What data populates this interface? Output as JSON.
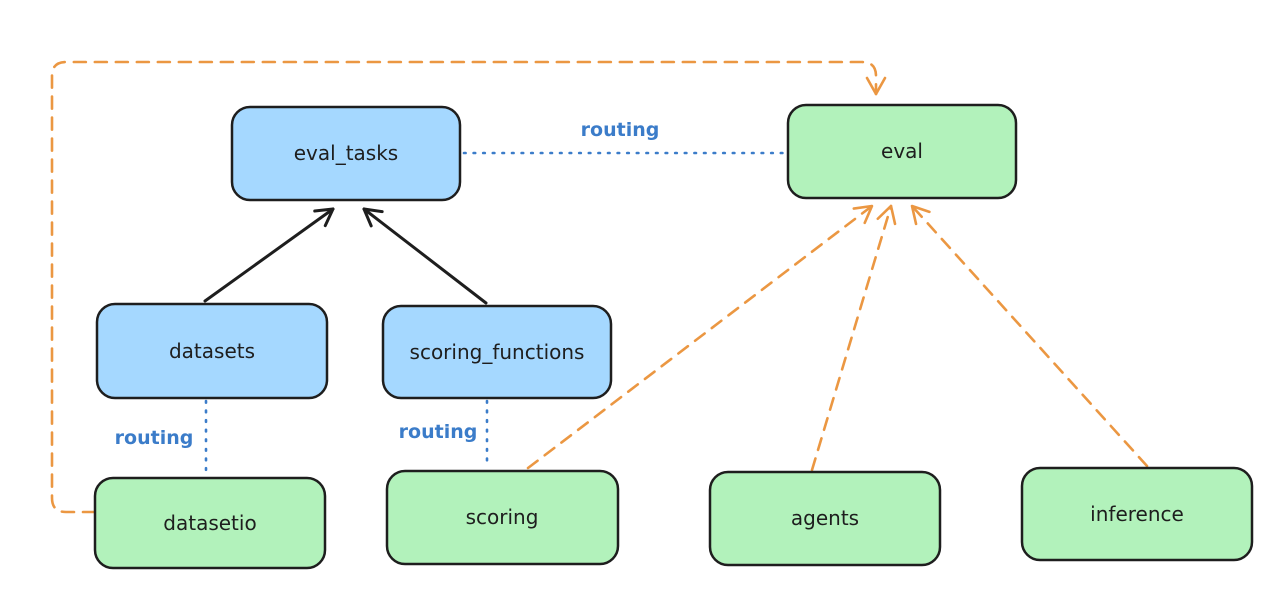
{
  "colors": {
    "background": "#ffffff",
    "text": "#1e1e1e",
    "node_stroke": "#1e1e1e",
    "edge_black": "#1e1e1e",
    "edge_blue": "#3b7cc9",
    "edge_orange": "#eb9742",
    "blue_node_fill": "#a5d8ff",
    "green_node_fill": "#b2f2bb"
  },
  "nodes": {
    "eval_tasks": {
      "label": "eval_tasks",
      "fill": "#a5d8ff"
    },
    "eval": {
      "label": "eval",
      "fill": "#b2f2bb"
    },
    "datasets": {
      "label": "datasets",
      "fill": "#a5d8ff"
    },
    "scoring_functions": {
      "label": "scoring_functions",
      "fill": "#a5d8ff"
    },
    "datasetio": {
      "label": "datasetio",
      "fill": "#b2f2bb"
    },
    "scoring": {
      "label": "scoring",
      "fill": "#b2f2bb"
    },
    "agents": {
      "label": "agents",
      "fill": "#b2f2bb"
    },
    "inference": {
      "label": "inference",
      "fill": "#b2f2bb"
    }
  },
  "edges": [
    {
      "from": "datasets",
      "to": "eval_tasks",
      "style": "solid-black-arrow",
      "label": ""
    },
    {
      "from": "scoring_functions",
      "to": "eval_tasks",
      "style": "solid-black-arrow",
      "label": ""
    },
    {
      "from": "eval_tasks",
      "to": "eval",
      "style": "blue-dotted",
      "label": "routing"
    },
    {
      "from": "datasets",
      "to": "datasetio",
      "style": "blue-dotted",
      "label": "routing"
    },
    {
      "from": "scoring_functions",
      "to": "scoring",
      "style": "blue-dotted",
      "label": "routing"
    },
    {
      "from": "datasetio",
      "to": "eval",
      "style": "orange-dashed-arrow",
      "label": ""
    },
    {
      "from": "scoring",
      "to": "eval",
      "style": "orange-dashed-arrow",
      "label": ""
    },
    {
      "from": "agents",
      "to": "eval",
      "style": "orange-dashed-arrow",
      "label": ""
    },
    {
      "from": "inference",
      "to": "eval",
      "style": "orange-dashed-arrow",
      "label": ""
    }
  ]
}
